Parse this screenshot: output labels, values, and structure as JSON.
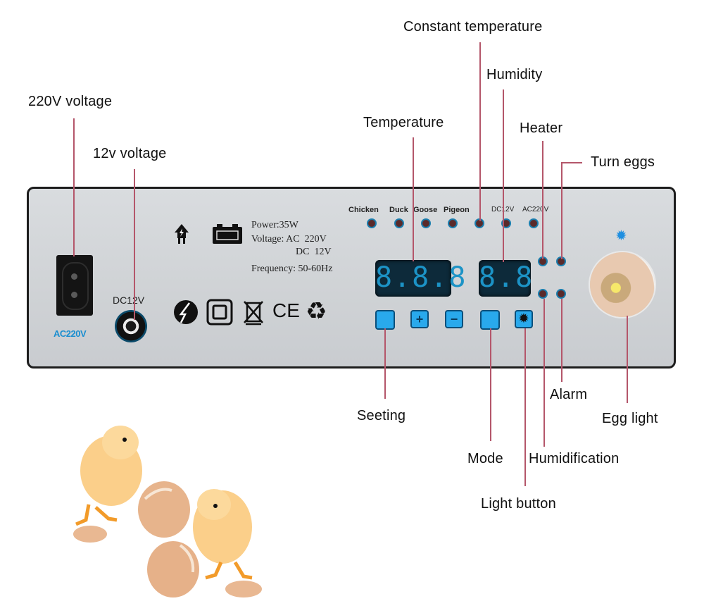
{
  "callouts": {
    "v220": "220V voltage",
    "v12": "12v voltage",
    "temperature": "Temperature",
    "constant_temperature": "Constant temperature",
    "humidity": "Humidity",
    "heater": "Heater",
    "turn_eggs": "Turn eggs",
    "seeting": "Seeting",
    "mode": "Mode",
    "light_button": "Light button",
    "humidification": "Humidification",
    "alarm": "Alarm",
    "egg_light": "Egg light"
  },
  "panel": {
    "ac_label": "AC220V",
    "dc_label": "DC12V",
    "specs": {
      "power": "Power:35W",
      "voltage_ac": "Voltage: AC  220V",
      "voltage_dc": "DC  12V",
      "frequency": "Frequency: 50-60Hz"
    },
    "mode_labels": [
      "Chicken",
      "Duck",
      "Goose",
      "Pigeon"
    ],
    "power_labels": [
      "DC12V",
      "AC220V"
    ],
    "temperature_display": "8.8.8",
    "humidity_display": "8.8",
    "buttons": {
      "setting": "",
      "plus": "+",
      "minus": "−",
      "mode": "",
      "light": "✹"
    },
    "certification_icons": [
      "lightning-circle-icon",
      "double-insulation-icon",
      "weee-bin-icon",
      "ce-mark-icon",
      "recycle-icon"
    ],
    "indicator_icons": [
      "plug-icon",
      "battery-icon"
    ]
  },
  "colors": {
    "leader": "#b4566a",
    "button": "#29a9ec",
    "display_digits": "#1c93c6",
    "ac_label": "#1a8ed0"
  }
}
